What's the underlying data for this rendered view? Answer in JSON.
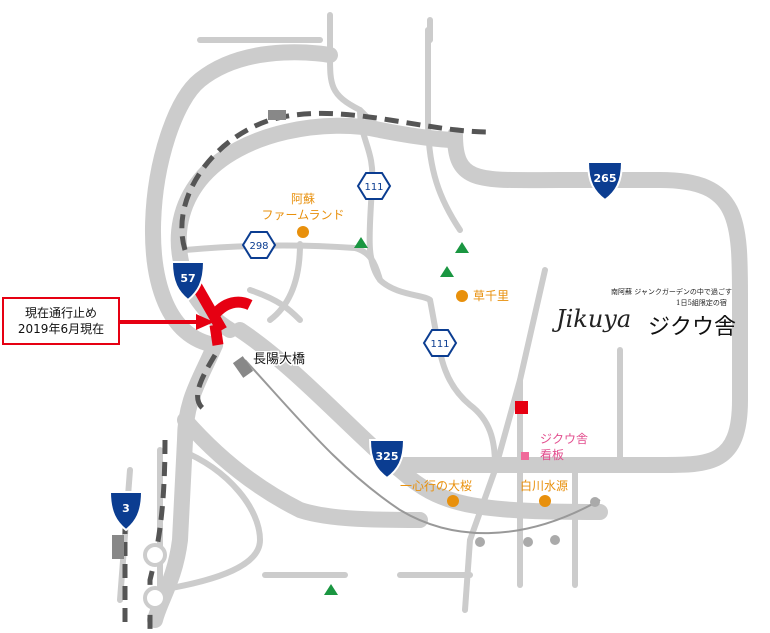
{
  "closure_notice": {
    "line1": "現在通行止め",
    "line2": "2019年6月現在"
  },
  "bridge_label": "長陽大橋",
  "routes": {
    "r57": "57",
    "r298": "298",
    "r111_north": "111",
    "r111_south": "111",
    "r265": "265",
    "r325": "325",
    "r3": "3"
  },
  "places": {
    "aso_farm_line1": "阿蘇",
    "aso_farm_line2": "ファームランド",
    "kusasenri": "草千里",
    "isshingyo": "一心行の大桜",
    "shirakawa": "白川水源",
    "jikuya_sign_line1": "ジクウ舎",
    "jikuya_sign_line2": "看板"
  },
  "logo": {
    "tagline1": "南阿蘇 ジャンクガーデンの中で過ごす",
    "tagline2": "1日5組限定の宿",
    "name_en": "Jikuya",
    "name_jp": "ジクウ舎"
  },
  "colors": {
    "road": "#cccccc",
    "route_shield": "#0b3d91",
    "closure": "#e60012",
    "poi": "#e8900c",
    "mountain": "#1a9641",
    "destination": "#e60012",
    "sign": "#f06a9a"
  }
}
